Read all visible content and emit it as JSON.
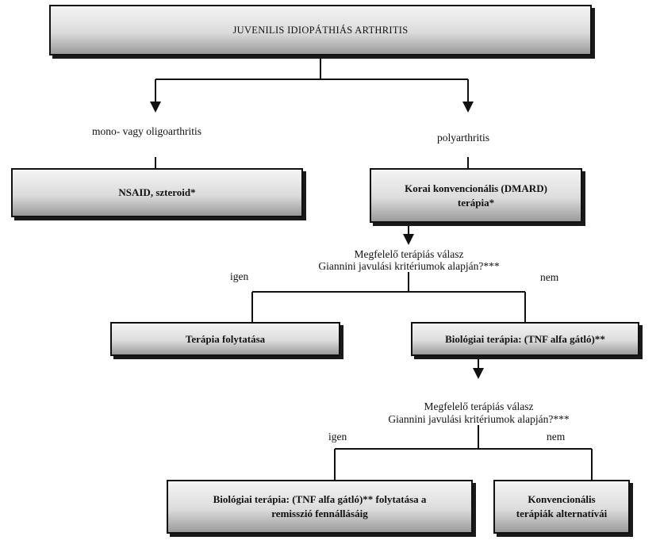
{
  "root": {
    "title": "JUVENILIS IDIOPÁTHIÁS ARTHRITIS"
  },
  "branch_left": {
    "label": "mono- vagy oligoarthritis",
    "box": "NSAID, szteroid*"
  },
  "branch_right": {
    "label": "polyarthritis",
    "box_line1": "Korai  konvencionális (DMARD)",
    "box_line2": "terápia*"
  },
  "question1": {
    "line1": "Megfelelő terápiás válasz",
    "line2": "Giannini javulási kritériumok alapján?***",
    "yes": "igen",
    "no": "nem",
    "yes_box": "Terápia folytatása",
    "no_box": "Biológiai terápia: (TNF alfa gátló)**"
  },
  "question2": {
    "line1": "Megfelelő terápiás válasz",
    "line2": "Giannini javulási kritériumok alapján?***",
    "yes": "igen",
    "no": "nem",
    "yes_box_line1": "Biológiai terápia: (TNF alfa gátló)** folytatása a",
    "yes_box_line2": "remisszió fennállásáig",
    "no_box_line1": "Konvencionális",
    "no_box_line2": "terápiák alternatívái"
  }
}
